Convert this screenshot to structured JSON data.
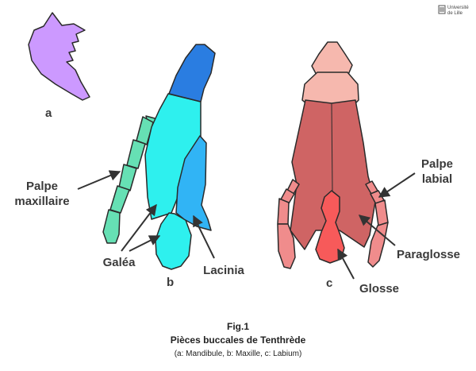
{
  "logo": {
    "line1": "Université",
    "line2": "de Lille"
  },
  "letters": {
    "a": "a",
    "b": "b",
    "c": "c"
  },
  "labels": {
    "palpe_maxillaire_1": "Palpe",
    "palpe_maxillaire_2": "maxillaire",
    "galea": "Galéa",
    "lacinia": "Lacinia",
    "palpe_labial_1": "Palpe",
    "palpe_labial_2": "labial",
    "paraglosse": "Paraglosse",
    "glosse": "Glosse"
  },
  "caption": {
    "fig": "Fig.1",
    "title": "Pièces buccales de Tenthrède",
    "subtitle": "(a: Mandibule, b: Maxille, c: Labium)"
  },
  "colors": {
    "mandibule": "#cc99ff",
    "maxille_cardo": "#2a7de1",
    "maxille_stipe": "#2ef0ee",
    "lacinia": "#31b4f5",
    "palpe_maxillaire": "#66e0b4",
    "labium_submentum": "#f6b8ae",
    "labium_prementum": "#cf6464",
    "palpe_labial": "#f08c8c",
    "glosse": "#f75a5a"
  }
}
